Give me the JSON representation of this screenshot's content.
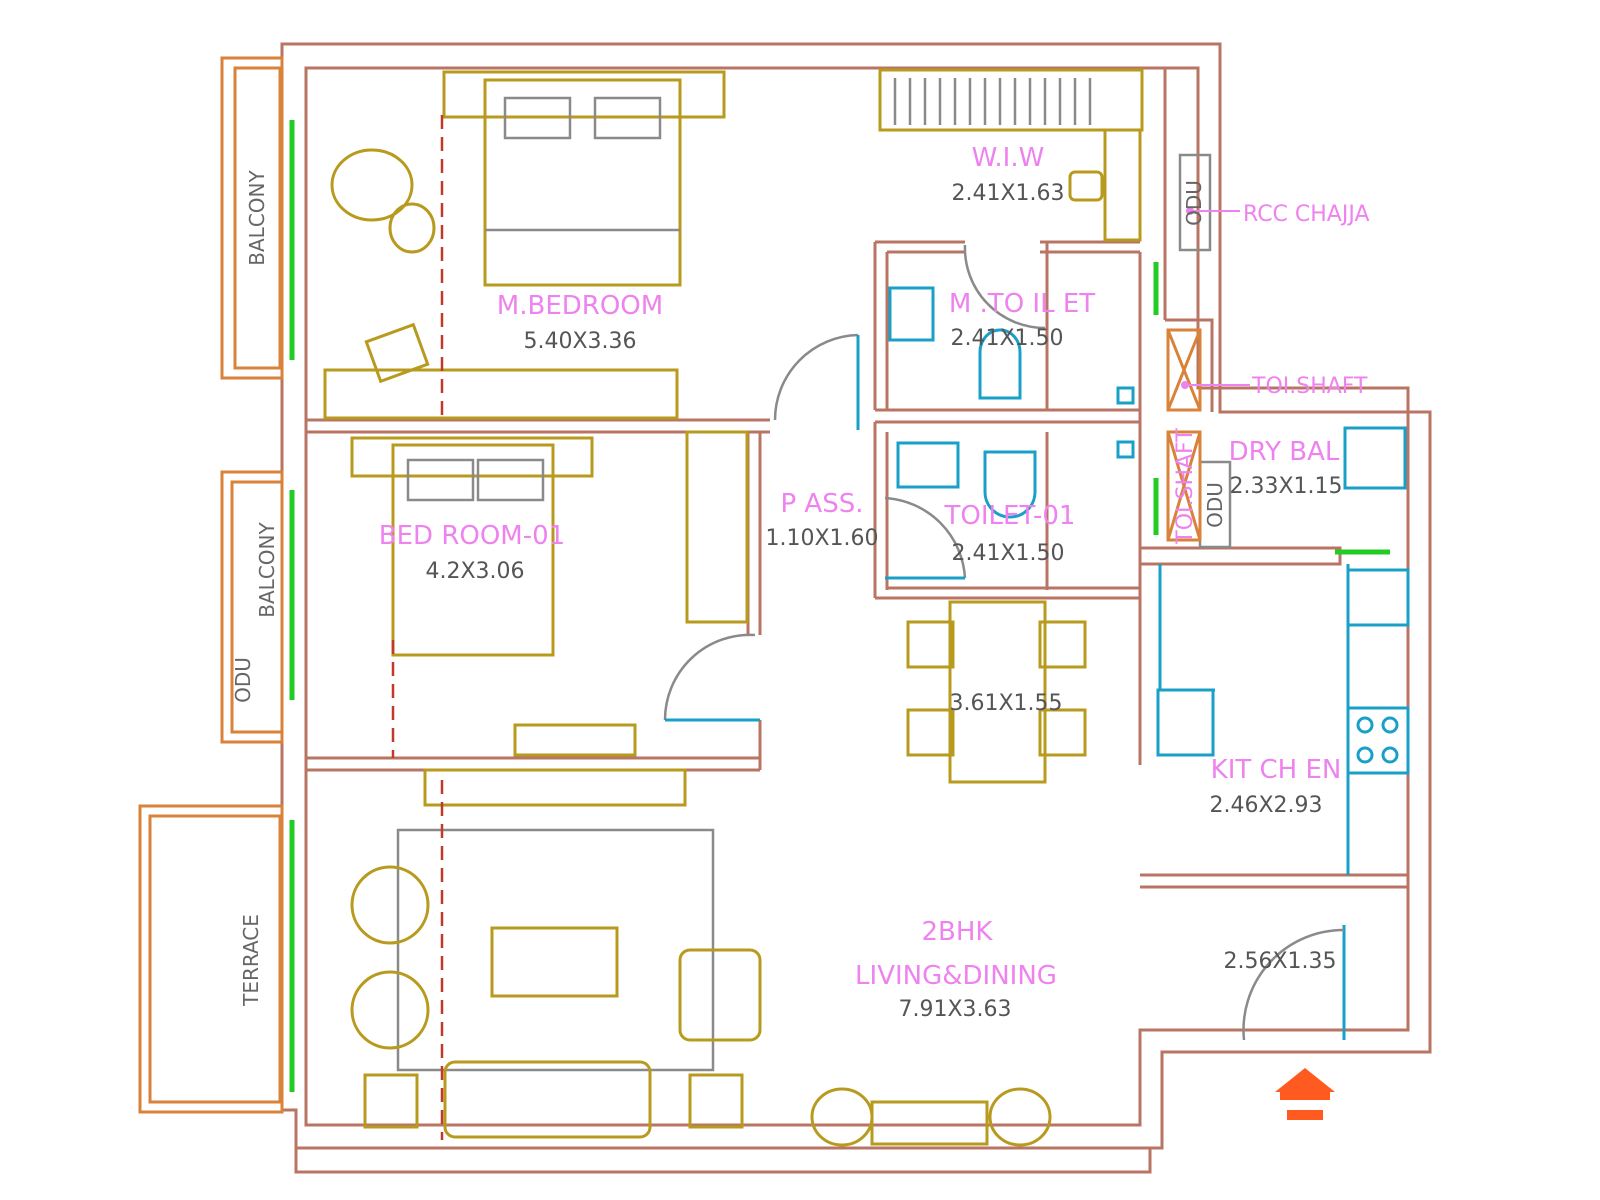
{
  "rooms": {
    "master_bedroom": {
      "name": "M.BEDROOM",
      "size": "5.40X3.36"
    },
    "wiw": {
      "name": "W.I.W",
      "size": "2.41X1.63"
    },
    "master_toilet": {
      "name": "M .TO IL ET",
      "size": "2.41X1.50"
    },
    "bedroom_01": {
      "name": "BED ROOM-01",
      "size": "4.2X3.06"
    },
    "passage": {
      "name": "P ASS.",
      "size": "1.10X1.60"
    },
    "toilet_01": {
      "name": "TOILET-01",
      "size": "2.41X1.50"
    },
    "dry_balcony": {
      "name": "DRY BAL",
      "size": "2.33X1.15"
    },
    "dining": {
      "size": "3.61X1.55"
    },
    "kitchen": {
      "name": "KIT CH EN",
      "size": "2.46X2.93"
    },
    "living": {
      "title": "2BHK",
      "name": "LIVING&DINING",
      "size": "7.91X3.63"
    },
    "foyer": {
      "size": "2.56X1.35"
    }
  },
  "exterior": {
    "balcony_1": "BALCONY",
    "balcony_2": "BALCONY",
    "terrace": "TERRACE",
    "odu_1": "ODU",
    "odu_2": "ODU",
    "odu_3": "ODU"
  },
  "annotations": {
    "rcc_chajja": "RCC CHAJJA",
    "toi_shaft": "TOI.SHAFT",
    "toi_shaft_vertical": "TOI.SHAFT"
  },
  "colors": {
    "wall": "#b87563",
    "furniture": "#b89a1e",
    "fixture": "#1aa0c8",
    "label": "#ee82ee",
    "window": "#22cc22",
    "entry_arrow": "#ff5a1f"
  },
  "icons": [
    "entry-arrow-icon"
  ]
}
